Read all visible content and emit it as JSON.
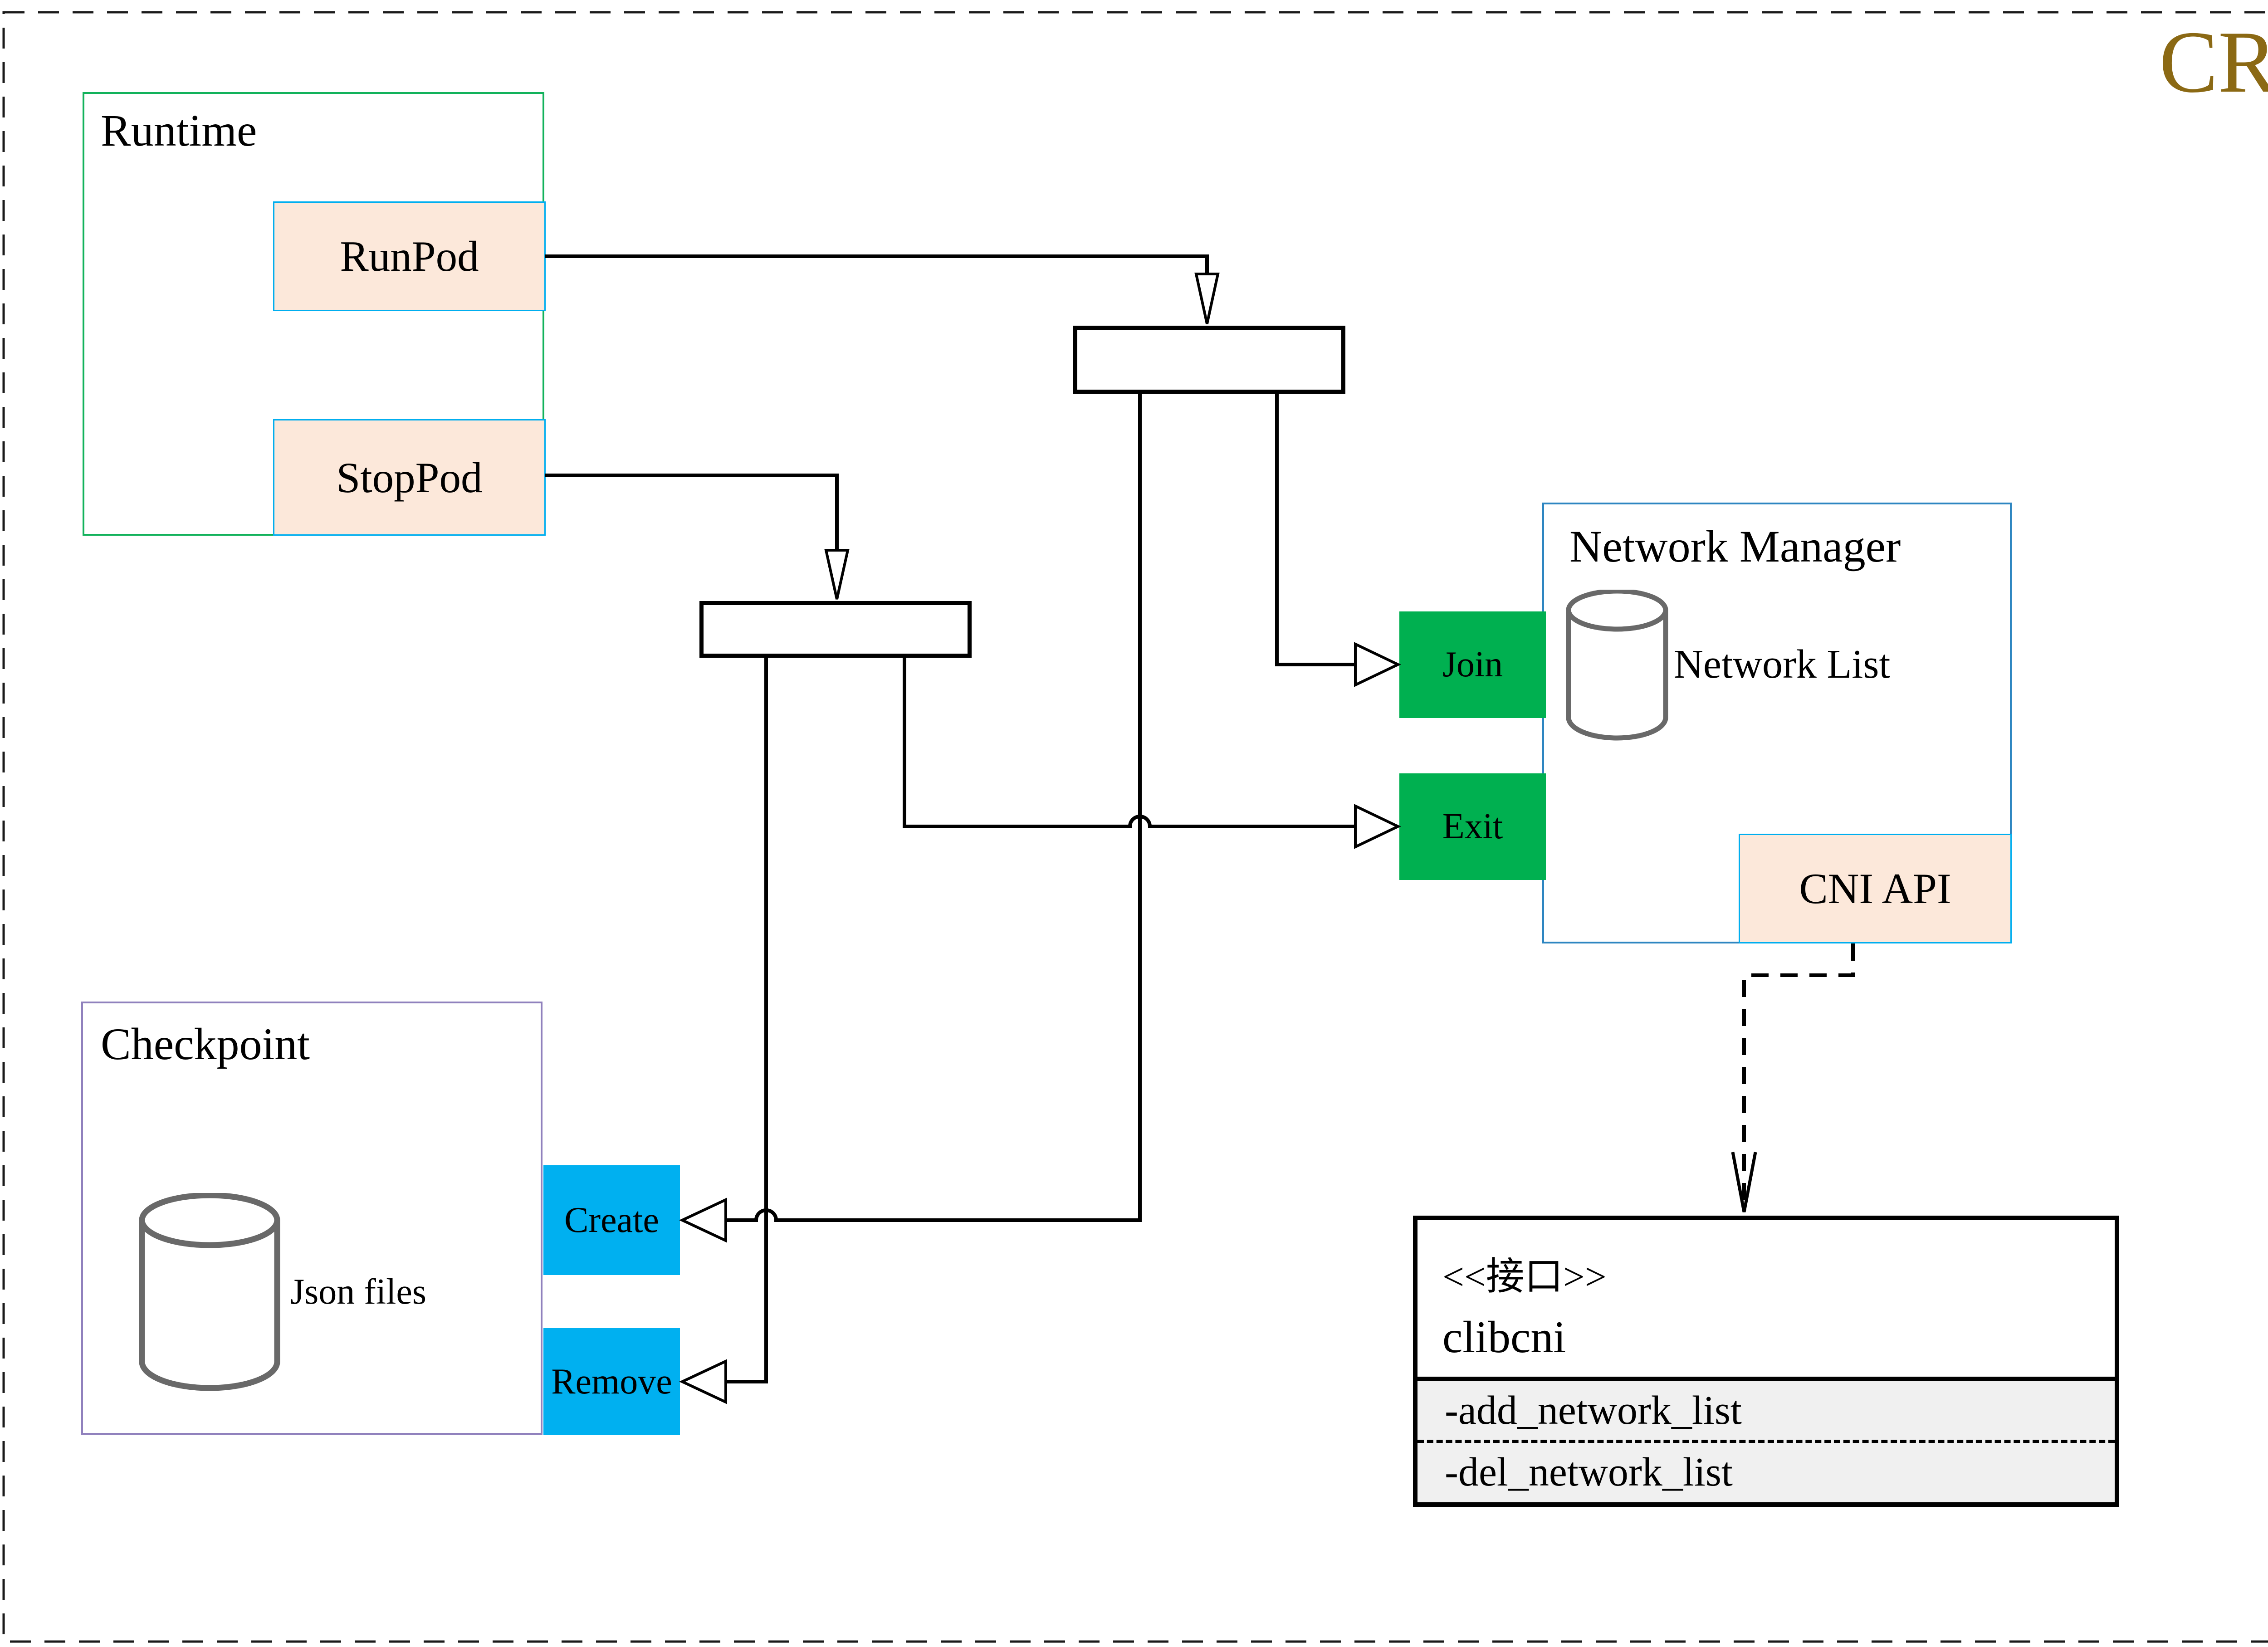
{
  "badge": {
    "label": "CRI"
  },
  "runtime": {
    "title": "Runtime",
    "run_pod": "RunPod",
    "stop_pod": "StopPod"
  },
  "checkpoint": {
    "title": "Checkpoint",
    "db_label": "Json files",
    "create": "Create",
    "remove": "Remove"
  },
  "network_manager": {
    "title": "Network Manager",
    "db_label": "Network List",
    "join": "Join",
    "exit": "Exit",
    "cni_api": "CNI API"
  },
  "clibcni": {
    "stereotype": "<<接口>>",
    "name": "clibcni",
    "methods": [
      "-add_network_list",
      "-del_network_list"
    ]
  },
  "colors": {
    "badge_gold": "#8b6914",
    "runtime_border_green": "#12b25b",
    "checkpoint_border_purple": "#9081bd",
    "network_manager_border_blue": "#2e86c1",
    "chip_border_cyan": "#00aeef",
    "chip_fill_peach": "#fce8da",
    "chip_fill_green": "#00b050",
    "chip_fill_blue": "#00b0f0",
    "cylinder_gray": "#696969",
    "methods_section_gray": "#f0f0f0"
  }
}
